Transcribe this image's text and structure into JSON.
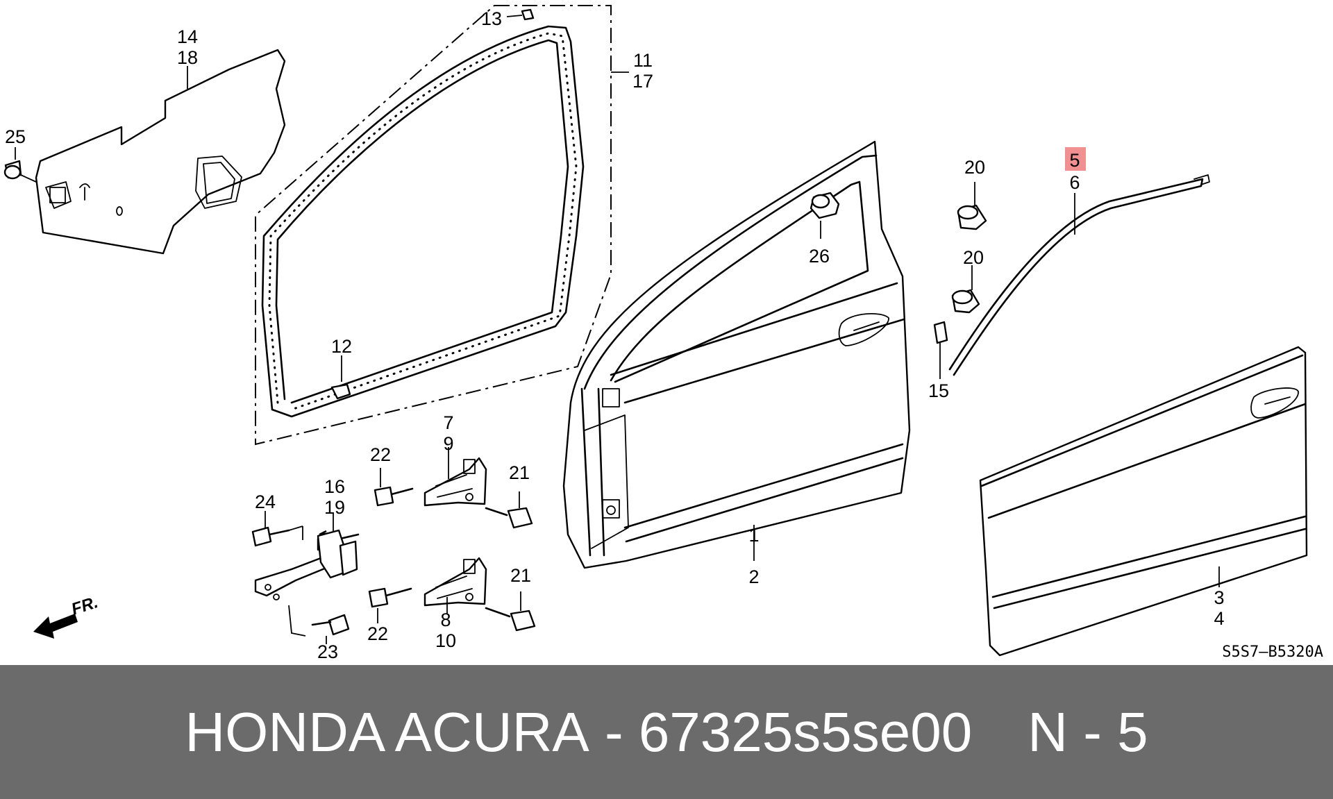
{
  "diagram": {
    "callouts": {
      "c14": "14",
      "c18": "18",
      "c25": "25",
      "c13": "13",
      "c11": "11",
      "c17": "17",
      "c12": "12",
      "c20a": "20",
      "c20b": "20",
      "c26": "26",
      "c5": "5",
      "c6": "6",
      "c15": "15",
      "c7": "7",
      "c9": "9",
      "c22a": "22",
      "c21a": "21",
      "c24": "24",
      "c16": "16",
      "c19": "19",
      "c22b": "22",
      "c8": "8",
      "c10": "10",
      "c21b": "21",
      "c23": "23",
      "c1": "1",
      "c2": "2",
      "c3": "3",
      "c4": "4"
    },
    "direction_label": "FR.",
    "reference_code": "S5S7—B5320A",
    "highlighted_callout": "5",
    "highlight_color": "#f09090"
  },
  "footer": {
    "brand": "HONDA ACURA",
    "separator": " - ",
    "part_number": "67325s5se00",
    "position_label": "N - 5",
    "background_color": "#6b6b6b",
    "text_color": "#ffffff"
  }
}
